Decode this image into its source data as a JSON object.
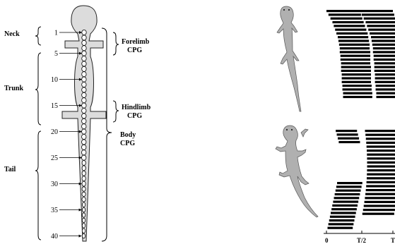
{
  "left_panel": {
    "regions": [
      "Neck",
      "Trunk",
      "Tail"
    ],
    "cpg_labels": [
      [
        "Forelimb",
        "CPG"
      ],
      [
        "Hindlimb",
        "CPG"
      ],
      [
        "Body",
        "CPG"
      ]
    ],
    "segment_numbers": [
      "1",
      "5",
      "10",
      "15",
      "20",
      "25",
      "30",
      "35",
      "40"
    ],
    "segment_count": 40
  },
  "right_panel": {
    "top_gait": {
      "left_column": [
        {
          "start": 0.0,
          "end": 0.5
        },
        {
          "start": 0.03,
          "end": 0.52
        },
        {
          "start": 0.06,
          "end": 0.54
        },
        {
          "start": 0.09,
          "end": 0.56
        },
        {
          "start": 0.11,
          "end": 0.58
        },
        {
          "start": 0.13,
          "end": 0.6
        },
        {
          "start": 0.15,
          "end": 0.62
        },
        {
          "start": 0.17,
          "end": 0.63
        },
        {
          "start": 0.18,
          "end": 0.64
        },
        {
          "start": 0.19,
          "end": 0.65
        },
        {
          "start": 0.2,
          "end": 0.65
        },
        {
          "start": 0.2,
          "end": 0.66
        },
        {
          "start": 0.21,
          "end": 0.66
        },
        {
          "start": 0.21,
          "end": 0.66
        },
        {
          "start": 0.22,
          "end": 0.66
        },
        {
          "start": 0.22,
          "end": 0.67
        },
        {
          "start": 0.22,
          "end": 0.67
        },
        {
          "start": 0.23,
          "end": 0.67
        },
        {
          "start": 0.23,
          "end": 0.67
        },
        {
          "start": 0.23,
          "end": 0.67
        },
        {
          "start": 0.24,
          "end": 0.68
        },
        {
          "start": 0.24,
          "end": 0.68
        },
        {
          "start": 0.25,
          "end": 0.69
        },
        {
          "start": 0.25,
          "end": 0.69
        }
      ]
    },
    "bottom_gait": {
      "left_top_bars": 4,
      "left_bottom_bars": 13,
      "right_bars": 22
    },
    "time_axis": {
      "ticks": [
        "0",
        "T/2",
        "T"
      ]
    }
  }
}
